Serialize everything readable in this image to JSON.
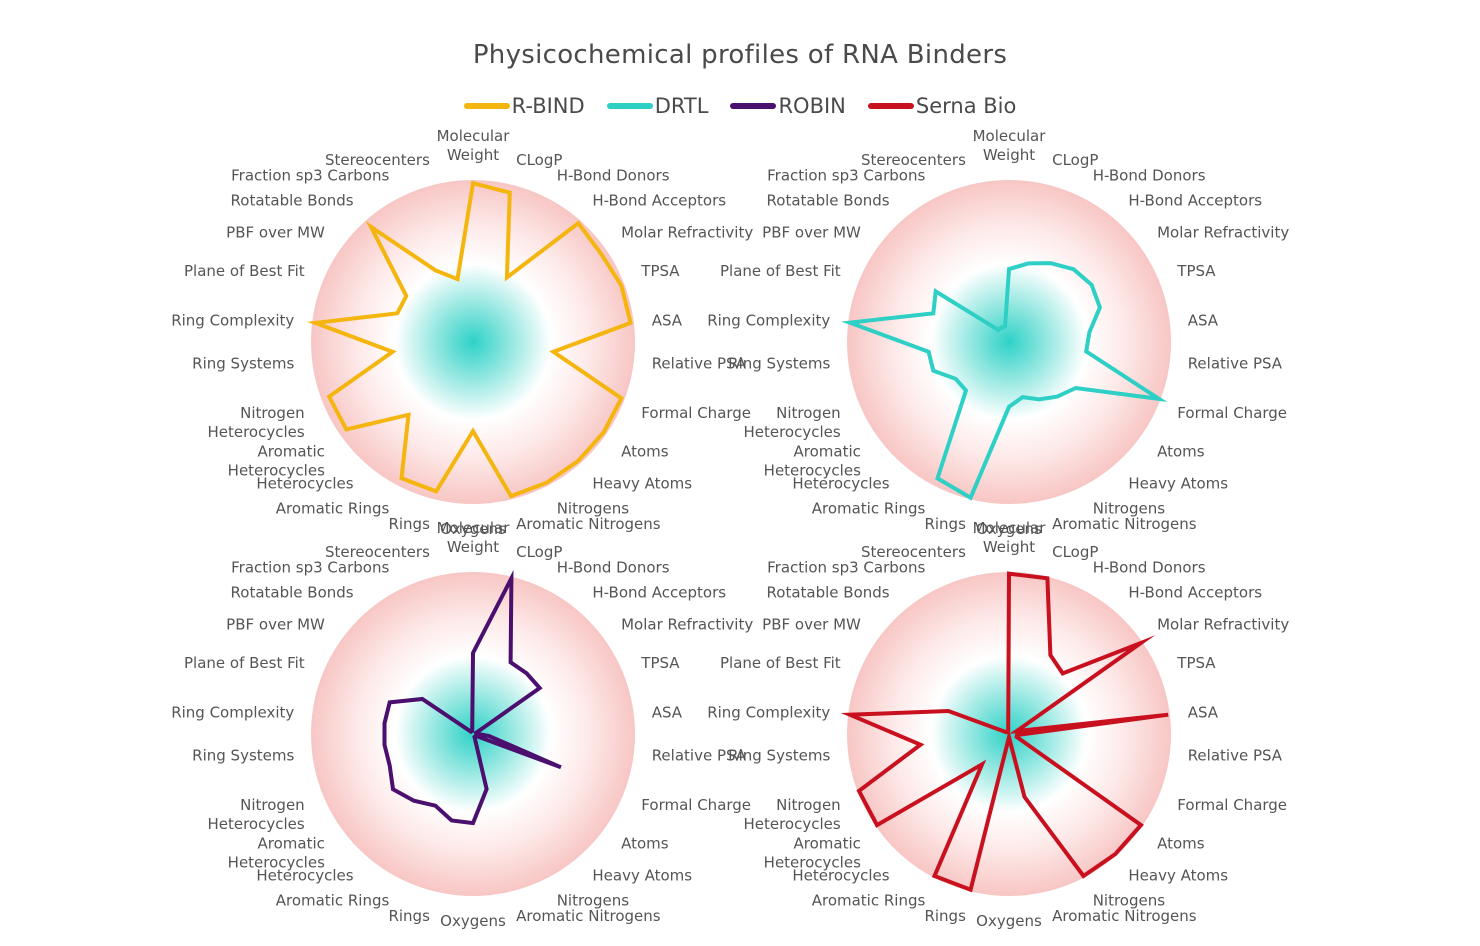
{
  "chart_data": {
    "type": "radar",
    "title": "Physicochemical profiles of RNA Binders",
    "legend": "top",
    "axes": [
      {
        "label_lines": [
          "Molecular",
          "Weight"
        ]
      },
      {
        "label_lines": [
          "CLogP"
        ]
      },
      {
        "label_lines": [
          "H-Bond Donors"
        ]
      },
      {
        "label_lines": [
          "H-Bond Acceptors"
        ]
      },
      {
        "label_lines": [
          "Molar Refractivity"
        ]
      },
      {
        "label_lines": [
          "TPSA"
        ]
      },
      {
        "label_lines": [
          "ASA"
        ]
      },
      {
        "label_lines": [
          "Relative PSA"
        ]
      },
      {
        "label_lines": [
          "Formal Charge"
        ]
      },
      {
        "label_lines": [
          "Atoms"
        ]
      },
      {
        "label_lines": [
          "Heavy Atoms"
        ]
      },
      {
        "label_lines": [
          "Nitrogens"
        ]
      },
      {
        "label_lines": [
          "Aromatic Nitrogens"
        ]
      },
      {
        "label_lines": [
          "Oxygens"
        ]
      },
      {
        "label_lines": [
          "Rings"
        ]
      },
      {
        "label_lines": [
          "Aromatic Rings"
        ]
      },
      {
        "label_lines": [
          "Heterocycles"
        ]
      },
      {
        "label_lines": [
          "Aromatic",
          "Heterocycles"
        ]
      },
      {
        "label_lines": [
          "Nitrogen",
          "Heterocycles"
        ]
      },
      {
        "label_lines": [
          "Ring Systems"
        ]
      },
      {
        "label_lines": [
          "Ring Complexity"
        ]
      },
      {
        "label_lines": [
          "Plane of Best Fit"
        ]
      },
      {
        "label_lines": [
          "PBF over MW"
        ]
      },
      {
        "label_lines": [
          "Rotatable Bonds"
        ]
      },
      {
        "label_lines": [
          "Fraction sp3 Carbons"
        ]
      },
      {
        "label_lines": [
          "Stereocenters"
        ]
      }
    ],
    "rlim": [
      0,
      1
    ],
    "series": [
      {
        "name": "R-BIND",
        "color": "#f5b50f",
        "values": [
          0.98,
          0.95,
          0.45,
          0.98,
          0.96,
          0.98,
          0.98,
          0.5,
          0.98,
          0.98,
          0.98,
          0.98,
          0.98,
          0.55,
          0.95,
          0.95,
          0.6,
          0.95,
          0.95,
          0.5,
          0.98,
          0.5,
          0.5,
          0.95,
          0.5,
          0.4
        ]
      },
      {
        "name": "DRTL",
        "color": "#2ecfc4",
        "values": [
          0.45,
          0.5,
          0.55,
          0.6,
          0.62,
          0.6,
          0.5,
          0.48,
          0.99,
          0.5,
          0.45,
          0.4,
          0.35,
          0.4,
          0.99,
          0.95,
          0.4,
          0.4,
          0.5,
          0.5,
          0.99,
          0.5,
          0.55,
          0.1,
          0.1,
          0.1
        ]
      },
      {
        "name": "ROBIN",
        "color": "#4b0f6e",
        "values": [
          0.5,
          0.99,
          0.5,
          0.5,
          0.5,
          0.02,
          0.02,
          0.1,
          0.58,
          0.02,
          0.02,
          0.02,
          0.35,
          0.55,
          0.55,
          0.5,
          0.55,
          0.6,
          0.55,
          0.55,
          0.55,
          0.55,
          0.38,
          0.02,
          0.02,
          0.02
        ]
      },
      {
        "name": "Serna Bio",
        "color": "#c8101e",
        "values": [
          0.99,
          0.99,
          0.55,
          0.5,
          0.99,
          0.05,
          0.99,
          0.05,
          0.05,
          0.99,
          0.99,
          0.99,
          0.4,
          0.02,
          0.99,
          0.99,
          0.25,
          0.99,
          0.99,
          0.55,
          0.99,
          0.4,
          0.02,
          0.02,
          0.02,
          0.02
        ]
      }
    ]
  }
}
